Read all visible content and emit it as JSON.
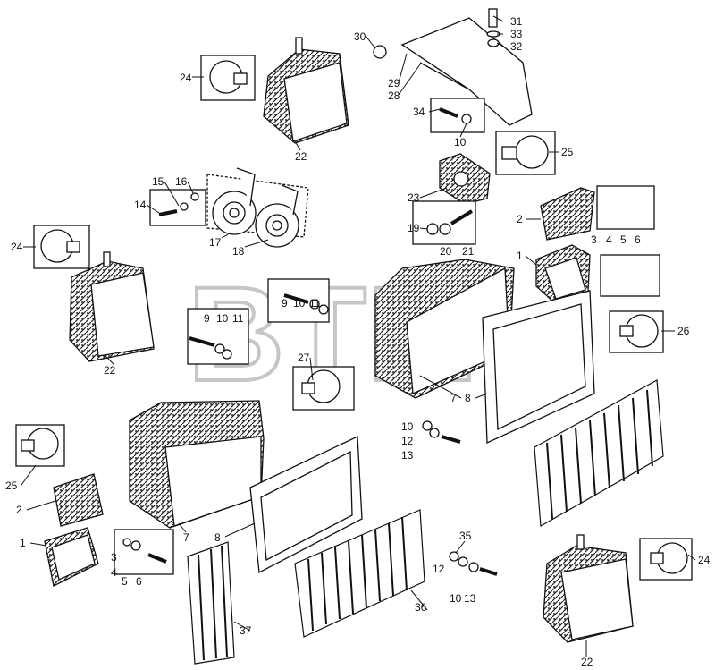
{
  "watermark": {
    "text": "BTM",
    "registered": "®"
  },
  "callouts": {
    "c31": "31",
    "c33": "33",
    "c32": "32",
    "c30": "30",
    "c29": "29",
    "c28": "28",
    "c34": "34",
    "c10a": "10",
    "c24a": "24",
    "c22a": "22",
    "c25a": "25",
    "c23": "23",
    "c19": "19",
    "c20": "20",
    "c21": "21",
    "c15": "15",
    "c16": "16",
    "c14": "14",
    "c17": "17",
    "c18": "18",
    "c2a": "2",
    "c3a": "3",
    "c4a": "4",
    "c5a": "5",
    "c6a": "6",
    "c1a": "1",
    "c26": "26",
    "c24b": "24",
    "c22b": "22",
    "c9a": "9",
    "c10b": "10",
    "c11a": "11",
    "c9b": "9",
    "c10c": "10",
    "c11b": "11",
    "c27": "27",
    "c7a": "7",
    "c8a": "8",
    "c10d": "10",
    "c12a": "12",
    "c13a": "13",
    "c25b": "25",
    "c2b": "2",
    "c1b": "1",
    "c3b": "3",
    "c4b": "4",
    "c5b": "5",
    "c6b": "6",
    "c7b": "7",
    "c8b": "8",
    "c35": "35",
    "c12b": "12",
    "c10e": "10",
    "c13b": "13",
    "c36": "36",
    "c37": "37",
    "c24c": "24",
    "c22c": "22"
  }
}
